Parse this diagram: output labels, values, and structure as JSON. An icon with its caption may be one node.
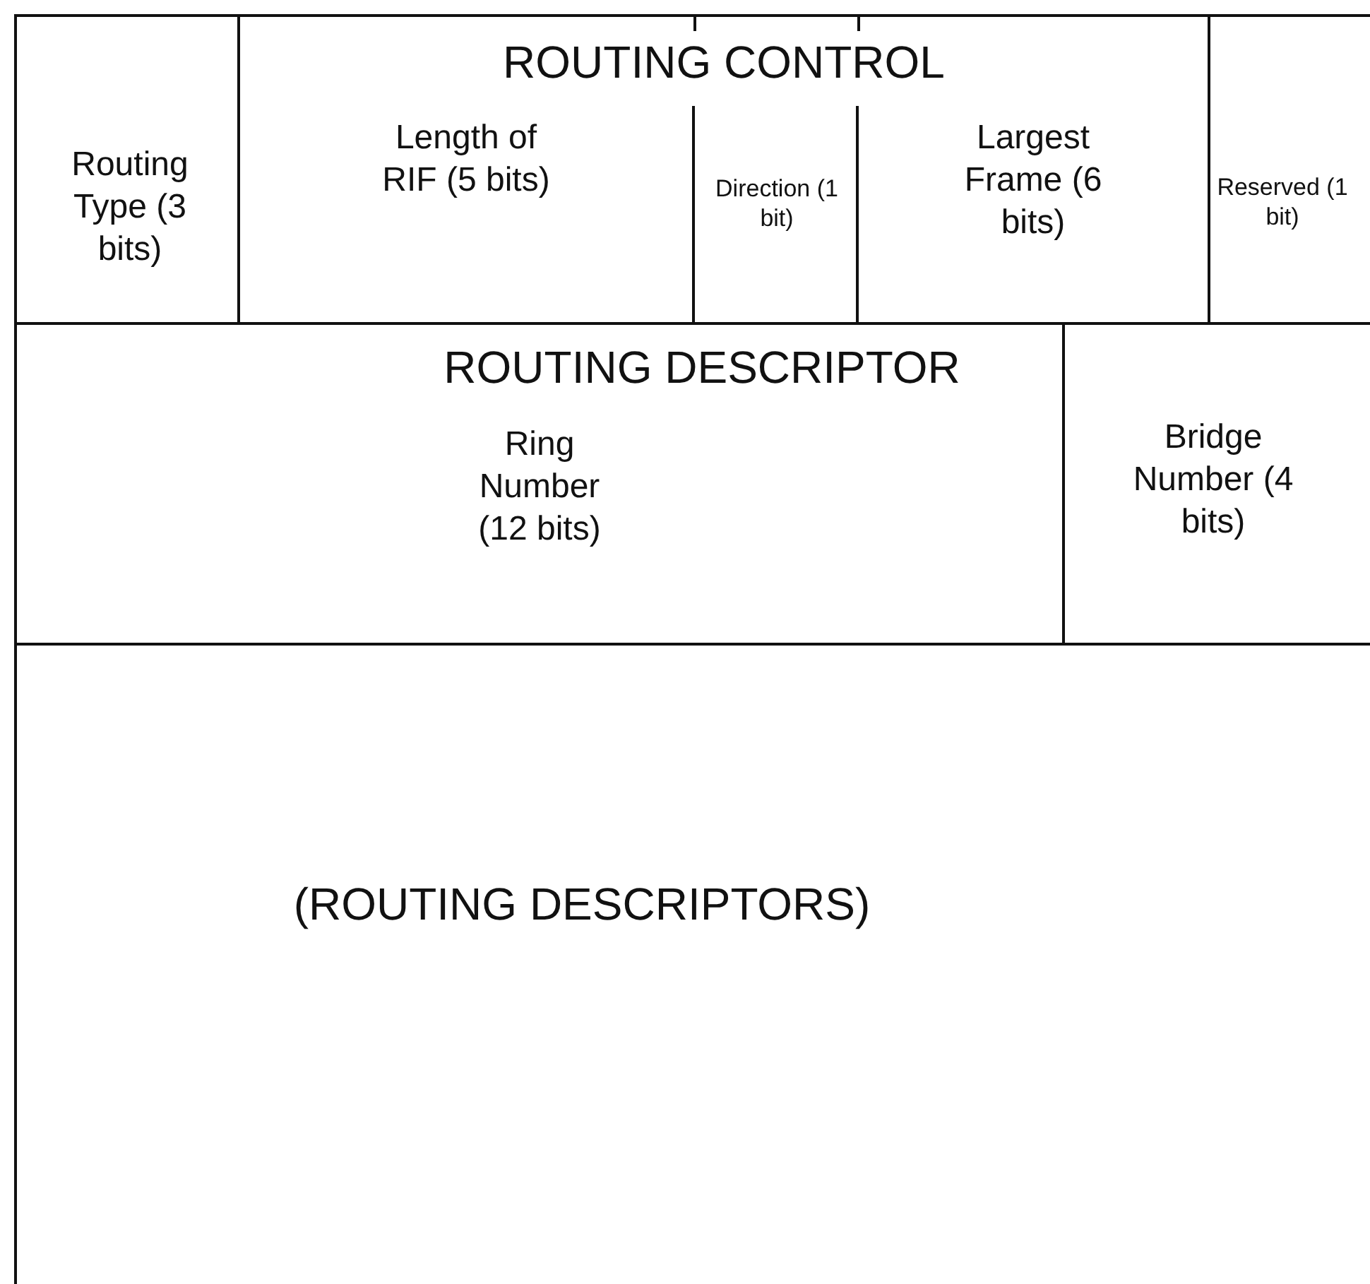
{
  "diagram": {
    "nodes": [
      {
        "text": [
          "Routing Type (3 bits)"
        ]
      },
      {
        "text": [
          "ROUTING CONTROL"
        ]
      },
      {
        "text": [
          "Length of RIF (5 bits)"
        ],
        "in": 1
      },
      {
        "text": [
          "Direction (1 bit)"
        ],
        "in": 1
      },
      {
        "text": [
          "Largest Frame (6 bits)"
        ],
        "in": 1
      },
      {
        "text": [
          "Reserved (1 bit)"
        ]
      },
      {
        "text": [
          "ROUTING DESCRIPTOR"
        ]
      },
      {
        "text": [
          "Ring Number (12 bits)"
        ],
        "in": 6
      },
      {
        "text": [
          "Bridge Number (4 bits)"
        ],
        "in": 6
      },
      {
        "text": [
          "(ROUTING DESCRIPTORS)"
        ]
      }
    ]
  }
}
